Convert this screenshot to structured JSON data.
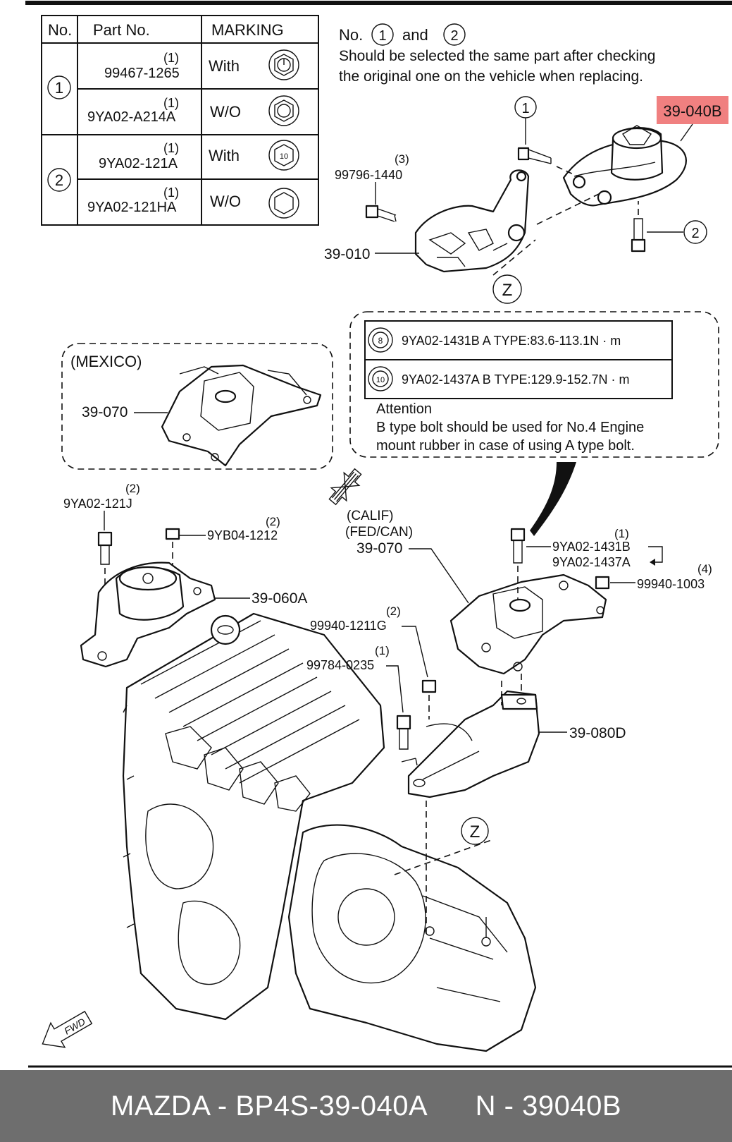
{
  "table": {
    "headers": [
      "No.",
      "Part No.",
      "MARKING"
    ],
    "rows": [
      {
        "no": "1",
        "part": "99467-1265",
        "qty": "(1)",
        "marking": "With",
        "mark_icon": "nut-marked-icon"
      },
      {
        "no": "",
        "part": "9YA02-A214A",
        "qty": "(1)",
        "marking": "W/O",
        "mark_icon": "nut-plain-icon"
      },
      {
        "no": "2",
        "part": "9YA02-121A",
        "qty": "(1)",
        "marking": "With",
        "mark_icon": "bolt-10-icon"
      },
      {
        "no": "",
        "part": "9YA02-121HA",
        "qty": "(1)",
        "marking": "W/O",
        "mark_icon": "bolt-plain-icon"
      }
    ],
    "mark_number": "10"
  },
  "note": {
    "prefix": "No.",
    "n1": "1",
    "and": "and",
    "n2": "2",
    "line1": "Should be selected the same part after checking",
    "line2": "the original one on the vehicle when replacing."
  },
  "callouts": {
    "highlight": "39-040B",
    "highlight_color": "#f08080",
    "c1": "1",
    "c2": "2",
    "bolt_99796": "99796-1440",
    "bolt_99796_qty": "(3)",
    "bracket_010": "39-010",
    "z_top": "Z",
    "z_bottom": "Z"
  },
  "bolt_box": {
    "row1_num": "8",
    "row1_text": "9YA02-1431B  A TYPE:83.6-113.1N · m",
    "row2_num": "10",
    "row2_text": "9YA02-1437A  B TYPE:129.9-152.7N · m",
    "attention_title": "Attention",
    "attention_line1": "B type bolt should be used for No.4 Engine",
    "attention_line2": "mount rubber in case of using A type bolt."
  },
  "mexico": {
    "label": "(MEXICO)",
    "part": "39-070"
  },
  "lower": {
    "left_bolt_qty": "(2)",
    "left_bolt": "9YA02-121J",
    "nut_qty": "(2)",
    "nut": "9YB04-1212",
    "mount_060": "39-060A",
    "calif": "(CALIF)",
    "fedcan": "(FED/CAN)",
    "mount_070": "39-070",
    "bolt_1431_qty": "(1)",
    "bolt_1431": "9YA02-1431B",
    "bolt_1437": "9YA02-1437A",
    "nut_1003_qty": "(4)",
    "nut_1003": "99940-1003",
    "nut_1211_qty": "(2)",
    "nut_1211": "99940-1211G",
    "bolt_0235_qty": "(1)",
    "bolt_0235": "99784-0235",
    "bracket_080": "39-080D",
    "fwd": "FWD"
  },
  "footer": {
    "brand_line": "MAZDA - BP4S-39-040A",
    "n_line": "N - 39040B"
  }
}
